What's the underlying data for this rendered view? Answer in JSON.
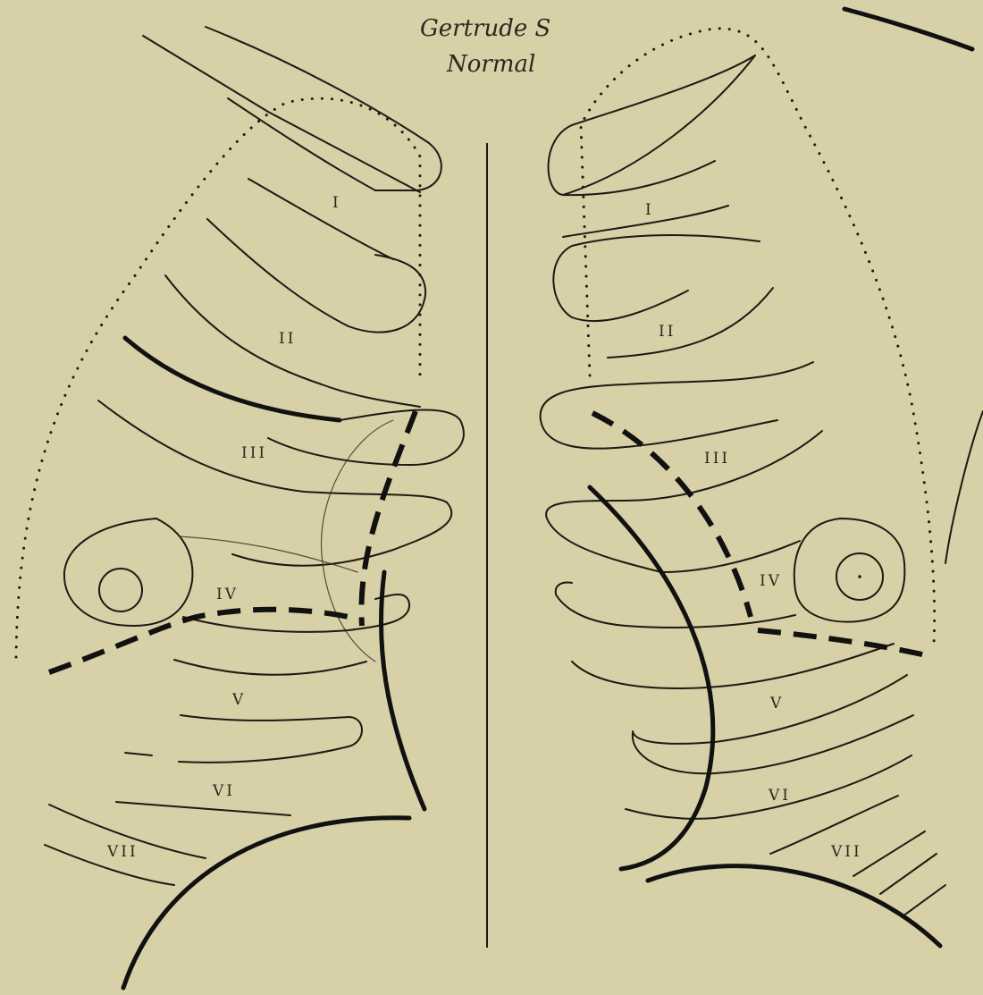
{
  "title": {
    "line1": "Gertrude S",
    "line2": "Normal"
  },
  "left_ribs": {
    "I": "I",
    "II": "II",
    "III": "III",
    "IV": "IV",
    "V": "V",
    "VI": "VI",
    "VII": "VII"
  },
  "right_ribs": {
    "I": "I",
    "II": "II",
    "III": "III",
    "IV": "IV",
    "V": "V",
    "VI": "VI",
    "VII": "VII"
  }
}
